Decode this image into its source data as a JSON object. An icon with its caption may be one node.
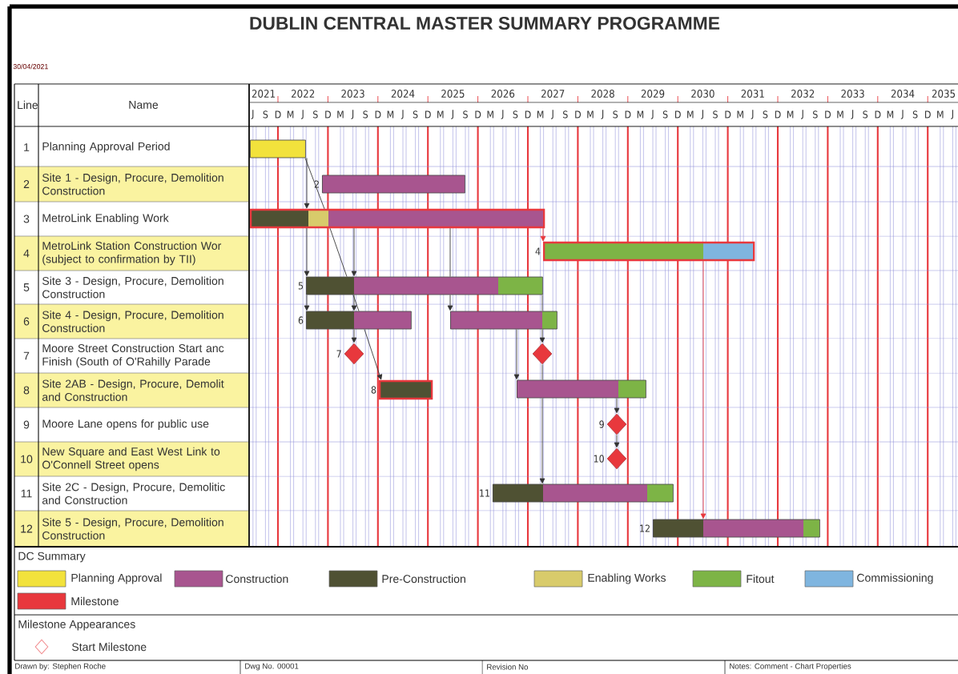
{
  "diagram": {
    "title": "DUBLIN CENTRAL MASTER SUMMARY PROGRAMME",
    "nodes": [
      {
        "text": [],
        "shape": "bar"
      },
      {
        "text": [],
        "shape": "bar",
        "beside": [
          "2"
        ]
      },
      {
        "text": [],
        "shape": "bar"
      },
      {
        "text": [],
        "shape": "bar",
        "beside": [
          "4"
        ]
      },
      {
        "text": [],
        "shape": "bar",
        "beside": [
          "5"
        ]
      },
      {
        "text": [],
        "shape": "bar",
        "beside": [
          "6"
        ]
      },
      {
        "text": [],
        "shape": "bar"
      },
      {
        "text": [],
        "shape": "diamond",
        "beside": [
          "7"
        ]
      },
      {
        "text": [],
        "shape": "diamond"
      },
      {
        "text": [],
        "shape": "bar",
        "beside": [
          "8"
        ]
      },
      {
        "text": [],
        "shape": "bar"
      },
      {
        "text": [],
        "shape": "diamond",
        "beside": [
          "9"
        ]
      },
      {
        "text": [],
        "shape": "diamond",
        "beside": [
          "10"
        ]
      },
      {
        "text": [],
        "shape": "bar",
        "beside": [
          "11"
        ]
      },
      {
        "text": [],
        "shape": "bar",
        "beside": [
          "12"
        ]
      }
    ],
    "edges": [
      {
        "from": 0,
        "to": 2,
        "arrow": "to"
      },
      {
        "from": 2,
        "to": 4,
        "arrow": "to"
      },
      {
        "from": 4,
        "to": 5,
        "arrow": "to"
      },
      {
        "from": 0,
        "to": 2,
        "arrow": "none"
      },
      {
        "from": 2,
        "to": 4,
        "arrow": "none"
      },
      {
        "from": 4,
        "to": 5,
        "arrow": "none"
      },
      {
        "from": 5,
        "to": 9,
        "arrow": "to"
      },
      {
        "from": 2,
        "to": 4,
        "arrow": "to"
      },
      {
        "from": 4,
        "to": 5,
        "arrow": "to"
      },
      {
        "from": 5,
        "to": 7,
        "arrow": "to"
      },
      {
        "from": 2,
        "to": 4,
        "arrow": "none"
      },
      {
        "from": 4,
        "to": 6,
        "arrow": "to"
      },
      {
        "from": 2,
        "to": 3,
        "arrow": "to",
        "color": "#e8383d"
      },
      {
        "from": 4,
        "to": 6,
        "arrow": "none"
      },
      {
        "from": 6,
        "to": 8,
        "arrow": "to"
      },
      {
        "from": 8,
        "to": 10,
        "arrow": "none"
      },
      {
        "from": 10,
        "to": 13,
        "arrow": "to"
      },
      {
        "from": 6,
        "to": 10,
        "arrow": "to"
      },
      {
        "from": 10,
        "to": 11,
        "arrow": "to"
      },
      {
        "from": 11,
        "to": 12,
        "arrow": "to"
      },
      {
        "from": 3,
        "to": 14,
        "arrow": "to",
        "color": "#e8383d"
      }
    ],
    "labels": [
      "30/04/2021",
      "Line",
      "Name",
      "2021",
      "2022",
      "2023",
      "2024",
      "2025",
      "2026",
      "2027",
      "2028",
      "2029",
      "2030",
      "2031",
      "2032",
      "2033",
      "2034",
      "2035",
      "J",
      "S",
      "D",
      "M",
      "J",
      "S",
      "D",
      "M",
      "J",
      "S",
      "D",
      "M",
      "J",
      "S",
      "D",
      "M",
      "J",
      "S",
      "D",
      "M",
      "J",
      "S",
      "D",
      "M",
      "J",
      "S",
      "D",
      "M",
      "J",
      "S",
      "D",
      "M",
      "J",
      "S",
      "D",
      "M",
      "J",
      "S",
      "D",
      "M",
      "J",
      "S",
      "D",
      "M",
      "J",
      "S",
      "D",
      "M",
      "J",
      "S",
      "D",
      "M",
      "J",
      "S",
      "D",
      "M",
      "J",
      "1",
      "Planning Approval Period",
      "2",
      "Site 1 - Design, Procure, Demolition Construction",
      "3",
      "MetroLink Enabling Work",
      "4",
      "MetroLink Station Construction Wor (subject to confirmation by TII)",
      "5",
      "Site 3 - Design, Procure, Demolition Construction",
      "6",
      "Site 4 - Design, Procure, Demolition Construction",
      "7",
      "Moore Street Construction Start anc Finish (South of O'Rahilly Parade",
      "8",
      "Site 2AB - Design, Procure, Demolit and Construction",
      "9",
      "Moore Lane opens for public use",
      "10",
      "New Square and East West Link to O'Connell Street opens",
      "11",
      "Site 2C - Design, Procure, Demolitic and Construction",
      "12",
      "Site 5 - Design, Procure, Demolition Construction",
      "DC Summary",
      "Milestone Appearances",
      "Drawn by: Stephen Roche",
      "Dwg No. 00001",
      "Revision No",
      "Notes: Comment - Chart Properties"
    ],
    "legend": [
      {
        "text": "Planning Approval",
        "color": "#f2e23c"
      },
      {
        "text": "Construction",
        "color": "#a8558f"
      },
      {
        "text": "Pre-Construction",
        "color": "#4f5133"
      },
      {
        "text": "Enabling Works",
        "color": "#d8cb6b"
      },
      {
        "text": "Fitout",
        "color": "#7db446"
      },
      {
        "text": "Commissioning",
        "color": "#7fb5df"
      },
      {
        "text": "Milestone",
        "color": "#e8383d"
      },
      {
        "text": "Start Milestone"
      }
    ]
  }
}
